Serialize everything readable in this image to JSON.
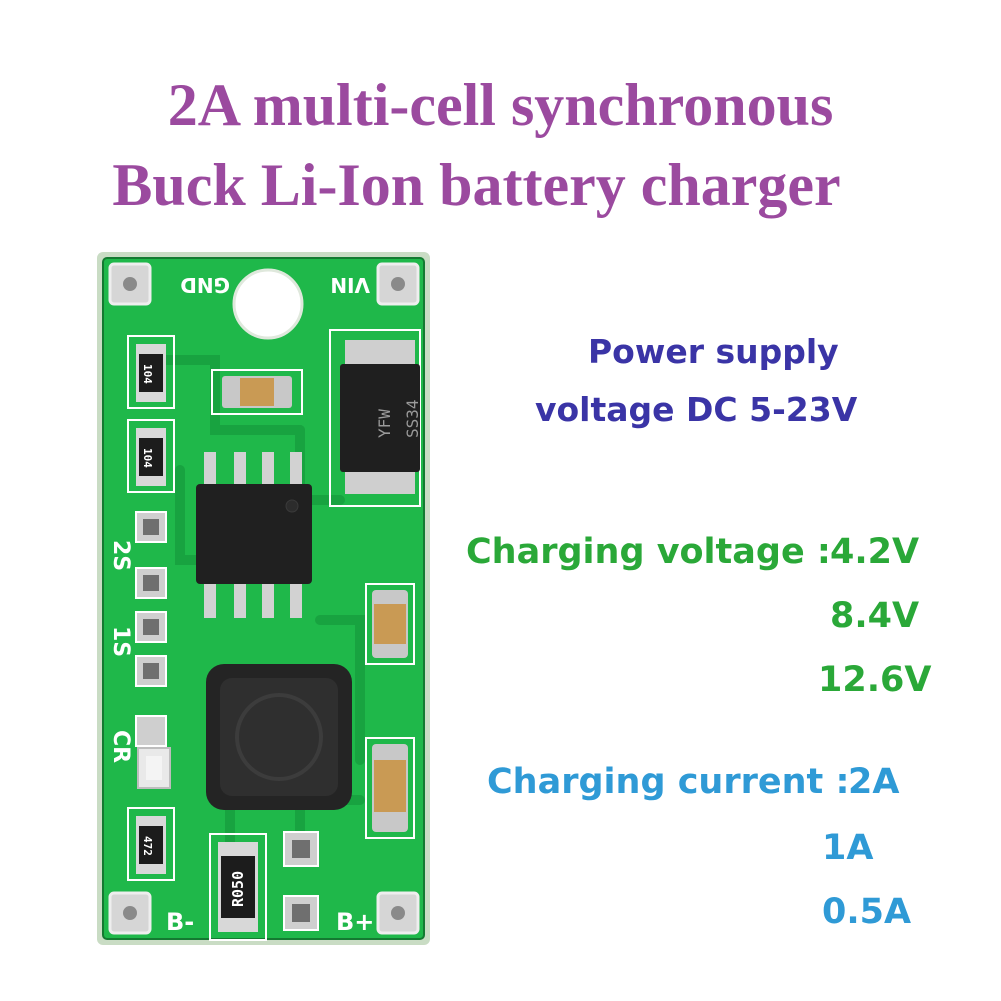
{
  "title": {
    "line1": "2A multi-cell synchronous",
    "line2": "Buck Li-Ion battery charger"
  },
  "specs": {
    "supply_line1": "Power supply",
    "supply_line2": "voltage DC 5-23V",
    "voltage_label": "Charging voltage :",
    "voltages": [
      "4.2V",
      "8.4V",
      "12.6V"
    ],
    "current_label": "Charging current :",
    "currents": [
      "2A",
      "1A",
      "0.5A"
    ]
  },
  "board": {
    "gnd": "GND",
    "vin": "VIN",
    "label_2s": "2S",
    "label_1s": "1S",
    "label_cr": "CR",
    "b_minus": "B-",
    "b_plus": "B+",
    "res1": "104",
    "res2": "104",
    "res3": "472",
    "shunt": "R050",
    "diode": "SS34",
    "diode_top": "YFW"
  },
  "colors": {
    "title": "#9b4a9f",
    "supply": "#3a34a6",
    "voltage": "#2aa838",
    "current": "#2f9ad6",
    "pcb": "#1fb84a"
  }
}
